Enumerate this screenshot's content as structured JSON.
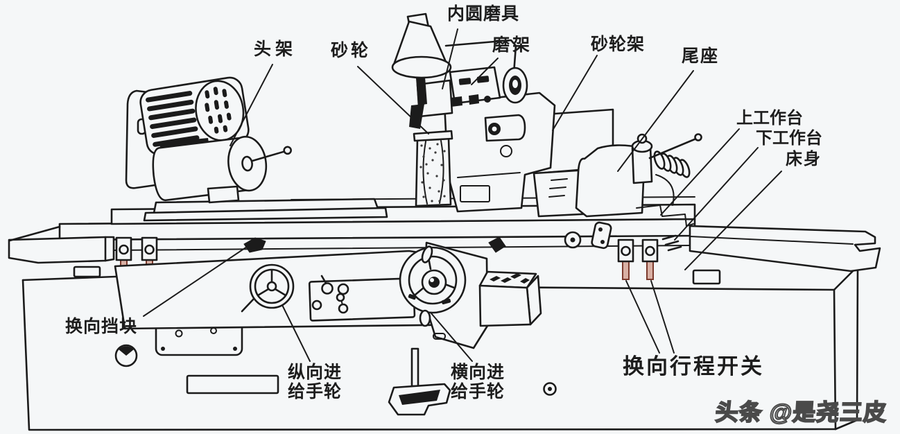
{
  "colors": {
    "bg": "#f5f7f8",
    "line": "#1b1b1b",
    "pin": "#d9b0a4",
    "pinStroke": "#7c3a2d",
    "wm": "#4a4a4a"
  },
  "labels": {
    "headstock": "头架",
    "grinding_wheel": "砂轮",
    "internal_grinder": "内圆磨具",
    "grinding_frame": "磨架",
    "wheel_head": "砂轮架",
    "tailstock": "尾座",
    "upper_worktable": "上工作台",
    "lower_worktable": "下工作台",
    "bed": "床身",
    "reversing_dog": "换向挡块",
    "longitudinal_feed_handwheel": "纵向进\n给手轮",
    "cross_feed_handwheel": "横向进\n给手轮",
    "reversing_travel_switch": "换向行程开关"
  },
  "watermark": "头条 @是尧三皮"
}
